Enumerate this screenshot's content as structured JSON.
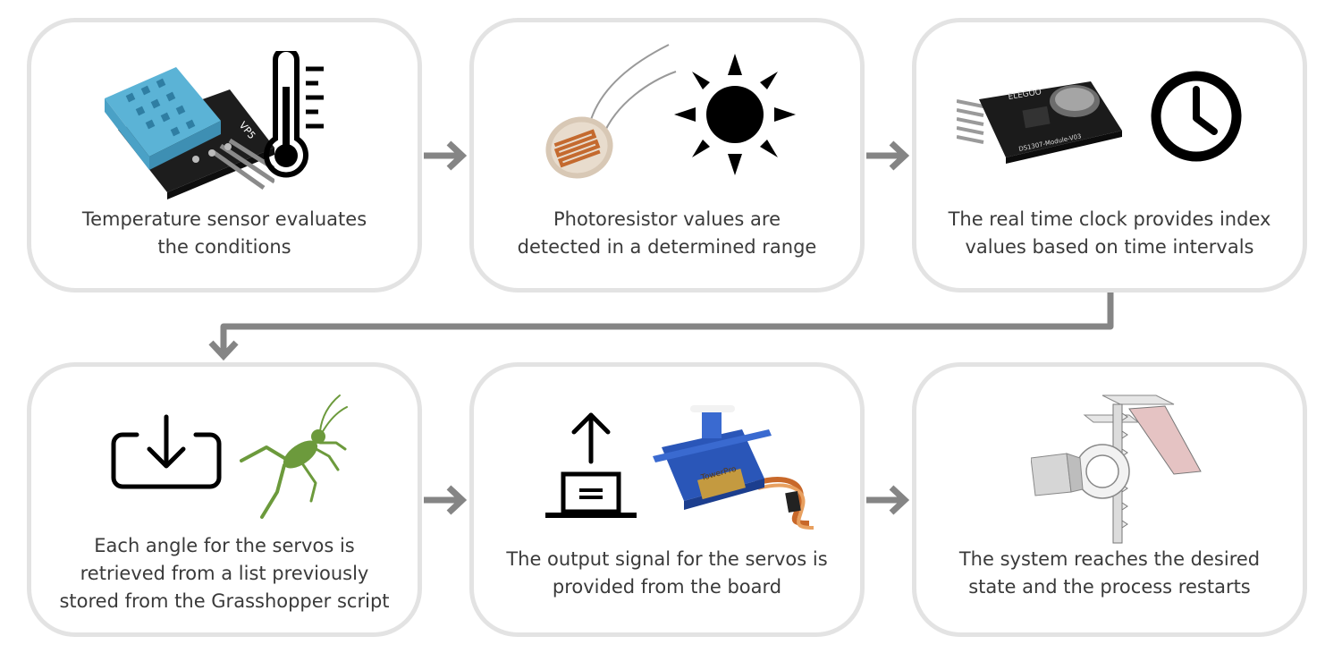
{
  "steps": [
    {
      "id": "temperature",
      "text": "Temperature sensor evaluates\nthe conditions",
      "image": "dht11-sensor-photo",
      "icon": "thermometer-icon"
    },
    {
      "id": "photoresistor",
      "text": "Photoresistor values are\ndetected in a determined range",
      "image": "photoresistor-photo",
      "icon": "sun-icon"
    },
    {
      "id": "rtc",
      "text": "The real time clock provides index\nvalues based on time intervals",
      "image": "rtc-module-photo",
      "icon": "clock-icon"
    },
    {
      "id": "retrieve",
      "text": "Each angle for the servos is\nretrieved from a list previously\nstored from the Grasshopper script",
      "image": "grasshopper-logo",
      "icon": "download-icon"
    },
    {
      "id": "output",
      "text": "The output signal for the servos is\nprovided from the board",
      "image": "servo-photo",
      "icon": "upload-icon"
    },
    {
      "id": "system",
      "text": "The system reaches the desired\nstate and the process restarts",
      "image": "mechanism-drawing",
      "icon": "mechanism-icon"
    }
  ],
  "module_labels": {
    "rtc_brand": "ELEGOO",
    "rtc_model": "DS1307-Module-V03",
    "servo_brand": "TowerPro",
    "dht_label": "VP5"
  },
  "colors": {
    "card_border": "#e3e3e3",
    "arrow": "#858585",
    "text": "#3a3a3a",
    "sensor_blue": "#5bb3d6",
    "grasshopper": "#6c9a3c",
    "servo_blue": "#2a56b8"
  }
}
